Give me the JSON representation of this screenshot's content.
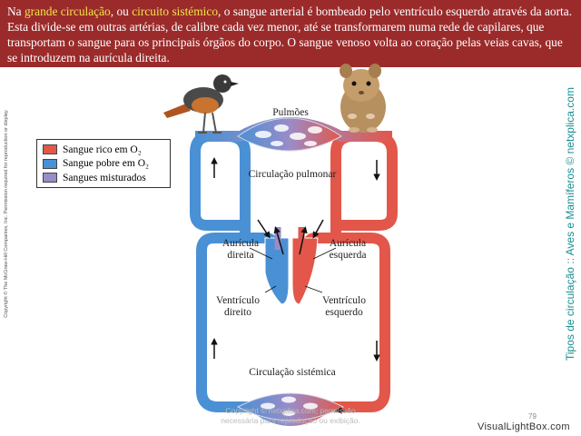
{
  "header": {
    "t1": "Na ",
    "hl1": "grande circulação",
    "t2": ", ou ",
    "hl2": "circuito sistémico",
    "t3": ", o sangue arterial é bombeado pelo ventrículo esquerdo através da aorta. Esta divide-se em outras artérias, de calibre cada vez menor, até se transformarem numa rede de capilares, que transportam o sangue para os principais órgãos do corpo. O sangue venoso volta ao coração pelas veias cavas, que se introduzem na aurícula direita."
  },
  "legend": [
    {
      "label": "Sangue rico em O₂",
      "color": "#e2574a"
    },
    {
      "label": "Sangue pobre em O₂",
      "color": "#4a90d4"
    },
    {
      "label": "Sangues misturados",
      "color": "#9a8cc8"
    }
  ],
  "labels": {
    "lungs": "Pulmões",
    "pulmonary": "Circulação pulmonar",
    "right_atrium_1": "Aurícula",
    "right_atrium_2": "direita",
    "left_atrium_1": "Aurícula",
    "left_atrium_2": "esquerda",
    "right_ventricle_1": "Ventrículo",
    "right_ventricle_2": "direito",
    "left_ventricle_1": "Ventrículo",
    "left_ventricle_2": "esquerdo",
    "systemic": "Circulação sistémica"
  },
  "copyright": "Copyright © The McGraw-Hill Companies, Inc. Permission required for reproduction or display.",
  "side_credit": "Tipos de circulação :: Aves e Mamíferos © netxplica.com",
  "page_number": "79",
  "faint_line1": "Copyright © netxplica.com; permissão",
  "faint_line2": "necessária para reprodução ou exibição.",
  "watermark": "VisualLightBox.com",
  "colors": {
    "header_bg": "#9b2b2b",
    "highlight": "#f3e24a",
    "oxygen_rich": "#e2574a",
    "oxygen_poor": "#4a90d4",
    "mixed": "#9a8cc8",
    "credit": "#1a8f8f"
  }
}
